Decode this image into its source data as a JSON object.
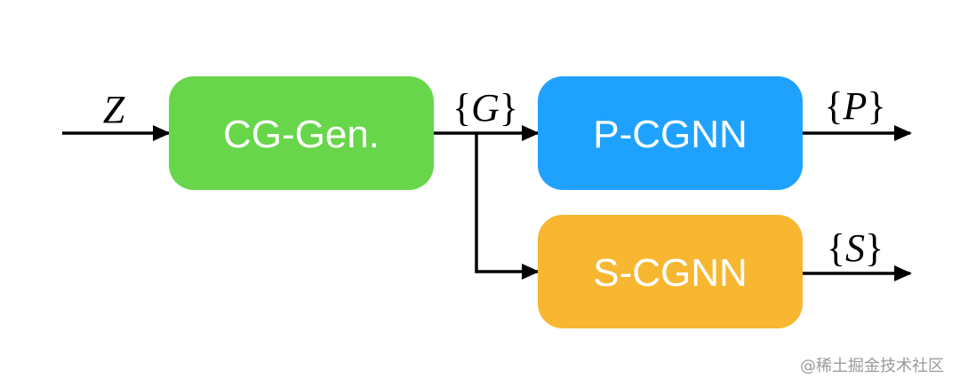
{
  "input_label": "Z",
  "blocks": {
    "generator": {
      "label": "CG-Gen.",
      "color": "#67D64A"
    },
    "p_cgnn": {
      "label": "P-CGNN",
      "color": "#1FA2FF"
    },
    "s_cgnn": {
      "label": "S-CGNN",
      "color": "#F7B731"
    }
  },
  "edges": {
    "g": {
      "open": "{",
      "var": "G",
      "close": "}"
    },
    "p": {
      "open": "{",
      "var": "P",
      "close": "}"
    },
    "s": {
      "open": "{",
      "var": "S",
      "close": "}"
    }
  },
  "watermark": "@稀土掘金技术社区"
}
